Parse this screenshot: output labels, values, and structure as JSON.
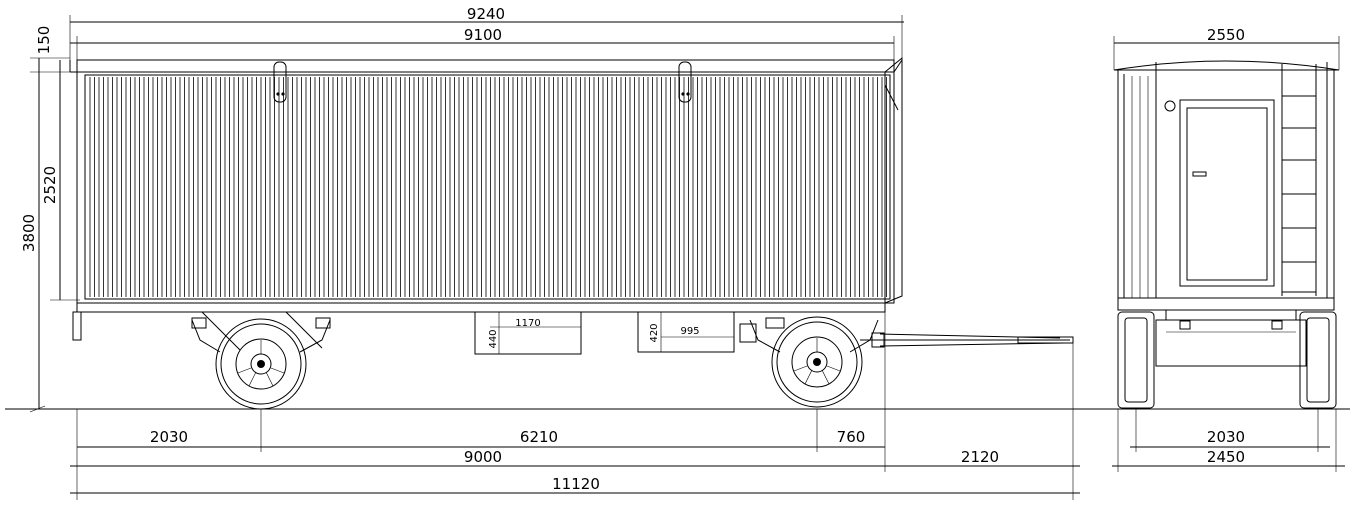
{
  "side_view": {
    "overall_width_top": "9240",
    "body_length": "9100",
    "roof_height": "150",
    "body_height": "2520",
    "total_height": "3800",
    "box_left_width": "1170",
    "box_left_height": "440",
    "box_right_width": "995",
    "box_right_height": "420",
    "front_overhang": "2030",
    "wheelbase": "6210",
    "rear_overhang": "760",
    "chassis_length": "9000",
    "drawbar_length": "2120",
    "total_length": "11120"
  },
  "end_view": {
    "overall_width": "2550",
    "track_width": "2030",
    "chassis_width": "2450"
  }
}
